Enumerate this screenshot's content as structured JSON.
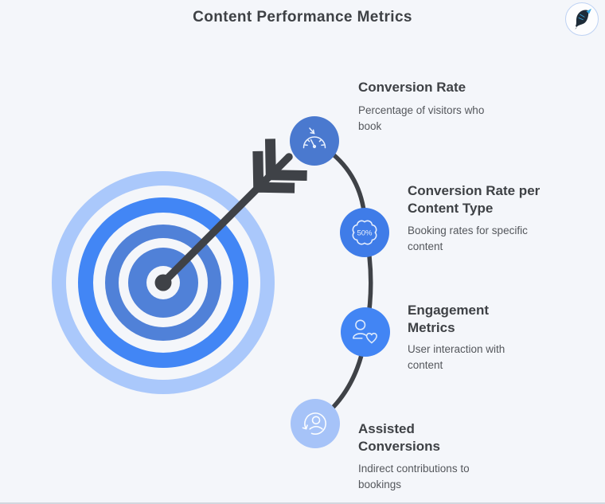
{
  "title": "Content Performance Metrics",
  "logo": {
    "icon": "dart-quill-icon"
  },
  "illustration": {
    "name": "bullseye-target-with-arrow"
  },
  "colors": {
    "background": "#f4f6fa",
    "heading_text": "#3e4145",
    "body_text": "#54575c",
    "connector": "#3f4247",
    "arrow": "#3f4247",
    "target_ring_light": "#aac8fb",
    "target_ring_bright": "#4286f5",
    "target_ring_medium": "#5081d8",
    "node_medium_blue": "#4a79cf",
    "node_bright_blue": "#3f7ce8",
    "node_vivid_blue": "#4285f4",
    "node_light_blue": "#a6c3f8"
  },
  "items": [
    {
      "title": "Conversion Rate",
      "description": "Percentage of visitors who book",
      "icon": "gauge-down-arrow-icon",
      "color": "#4a79cf"
    },
    {
      "title": "Conversion Rate per Content Type",
      "description": "Booking rates for specific content",
      "icon": "percent-badge-icon",
      "badge": "50%",
      "color": "#3f7ce8"
    },
    {
      "title": "Engagement Metrics",
      "description": "User interaction with content",
      "icon": "person-heart-icon",
      "color": "#4285f4"
    },
    {
      "title": "Assisted Conversions",
      "description": "Indirect contributions to bookings",
      "icon": "person-cycle-icon",
      "color": "#a6c3f8"
    }
  ]
}
